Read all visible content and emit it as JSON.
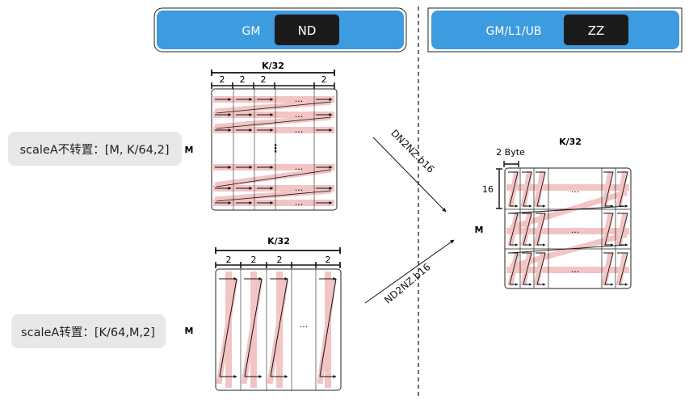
{
  "headers": {
    "left": {
      "label": "GM",
      "format": "ND"
    },
    "right": {
      "label": "GM/L1/UB",
      "format": "ZZ"
    }
  },
  "scale_labels": {
    "non_transposed": "scaleA不转置：[M, K/64,2]",
    "transposed": "scaleA转置：[K/64,M,2]"
  },
  "matrix_top": {
    "width_label": "K/32",
    "col_labels": [
      "2",
      "2",
      "2",
      "2"
    ],
    "row_label": "M",
    "dots": "...",
    "vdots": "⋮"
  },
  "matrix_bottom": {
    "width_label": "K/32",
    "col_labels": [
      "2",
      "2",
      "2",
      "2"
    ],
    "row_label": "M",
    "dots": "..."
  },
  "matrix_right": {
    "width_label": "K/32",
    "byte_label": "2 Byte",
    "height_label": "16",
    "row_label": "M",
    "dots": "..."
  },
  "arrows": {
    "top": "DN2NZ.b16",
    "bottom": "ND2NZ.b16"
  },
  "colors": {
    "header_blue": "#3d9be0",
    "tag_black": "#1b1b1b",
    "band_pink": "#f3c4c4",
    "label_bg": "#e8e8e8",
    "line": "#111111"
  }
}
